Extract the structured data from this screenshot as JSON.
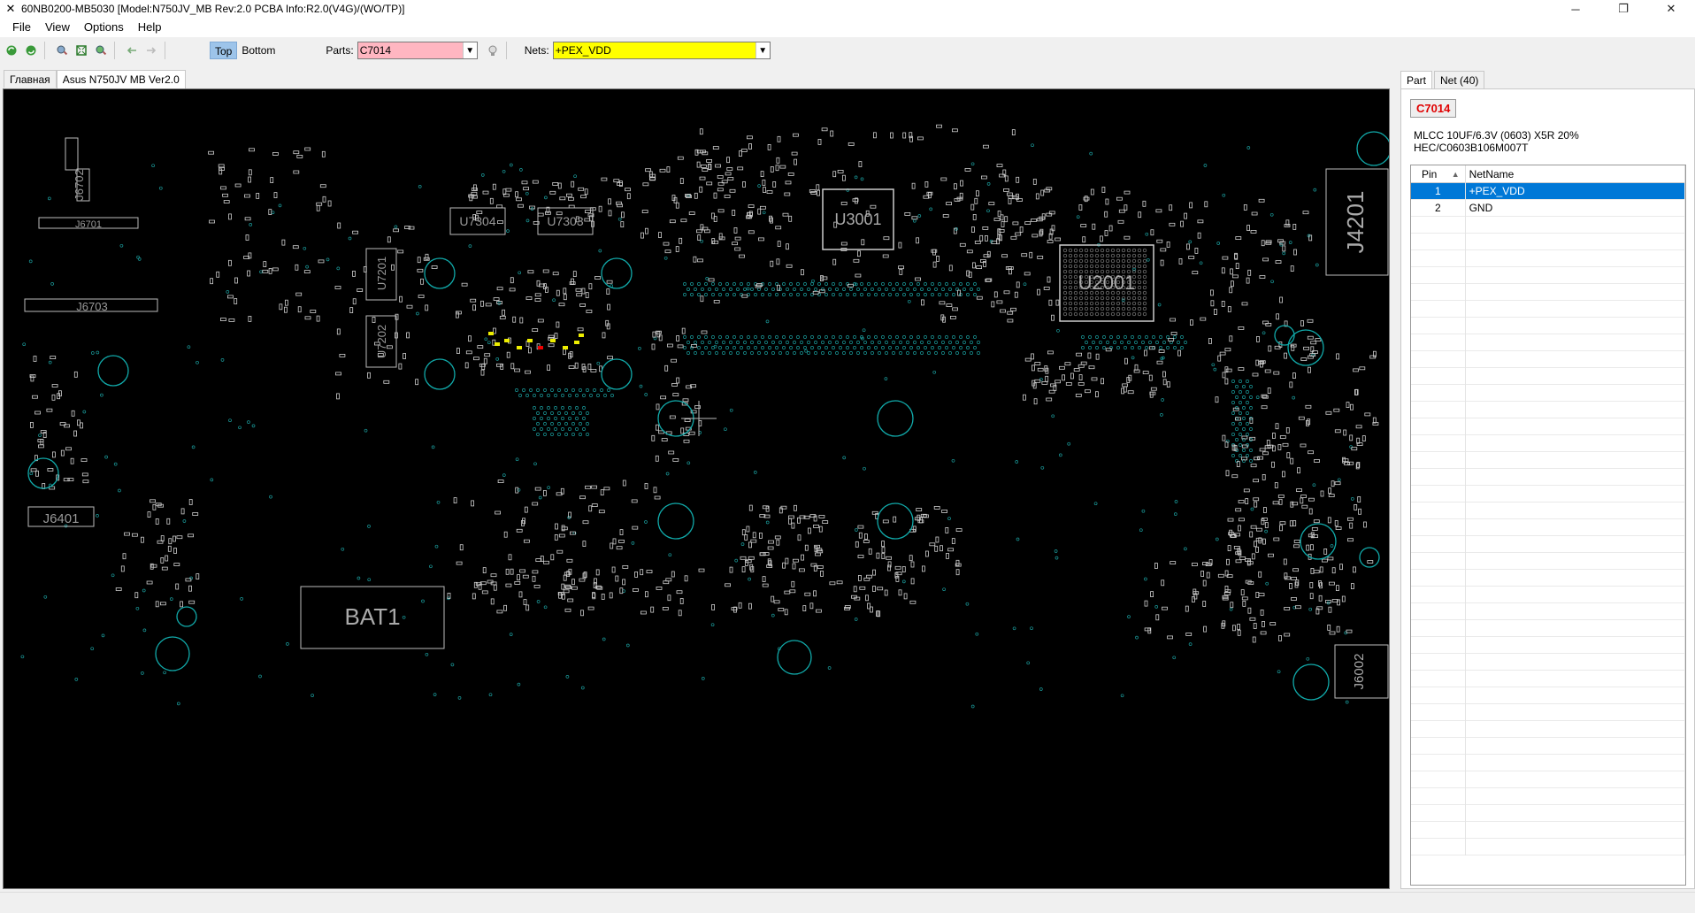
{
  "window": {
    "title": "60NB0200-MB5030 [Model:N750JV_MB Rev:2.0 PCBA Info:R2.0(V4G)/(WO/TP)]",
    "controls": [
      "─",
      "❐",
      "✕"
    ]
  },
  "menu": [
    "File",
    "View",
    "Options",
    "Help"
  ],
  "toolbar": {
    "icons": [
      "refresh-icon",
      "reload-icon",
      "zoom-out-icon",
      "fit-icon",
      "zoom-in-icon",
      "back-icon",
      "forward-icon"
    ],
    "side_top": "Top",
    "side_bottom": "Bottom",
    "parts_label": "Parts:",
    "parts_value": "C7014",
    "parts_color": "#ffb6c1",
    "nets_label": "Nets:",
    "nets_value": "+PEX_VDD",
    "nets_color": "#ffff00"
  },
  "doc_tabs": [
    "Главная",
    "Asus N750JV MB Ver2.0"
  ],
  "board": {
    "labels": [
      "J6702",
      "J6701",
      "J6703",
      "J6401",
      "U7304",
      "U7303",
      "U7201",
      "U7202",
      "U3001",
      "U2001",
      "J4201",
      "J6002",
      "BAT1"
    ]
  },
  "right_panel": {
    "tabs": [
      "Part",
      "Net (40)"
    ],
    "part_name": "C7014",
    "description_line1": "MLCC 10UF/6.3V (0603) X5R 20%",
    "description_line2": "HEC/C0603B106M007T",
    "columns": [
      "Pin",
      "NetName"
    ],
    "rows": [
      {
        "pin": "1",
        "net": "+PEX_VDD"
      },
      {
        "pin": "2",
        "net": "GND"
      }
    ]
  }
}
